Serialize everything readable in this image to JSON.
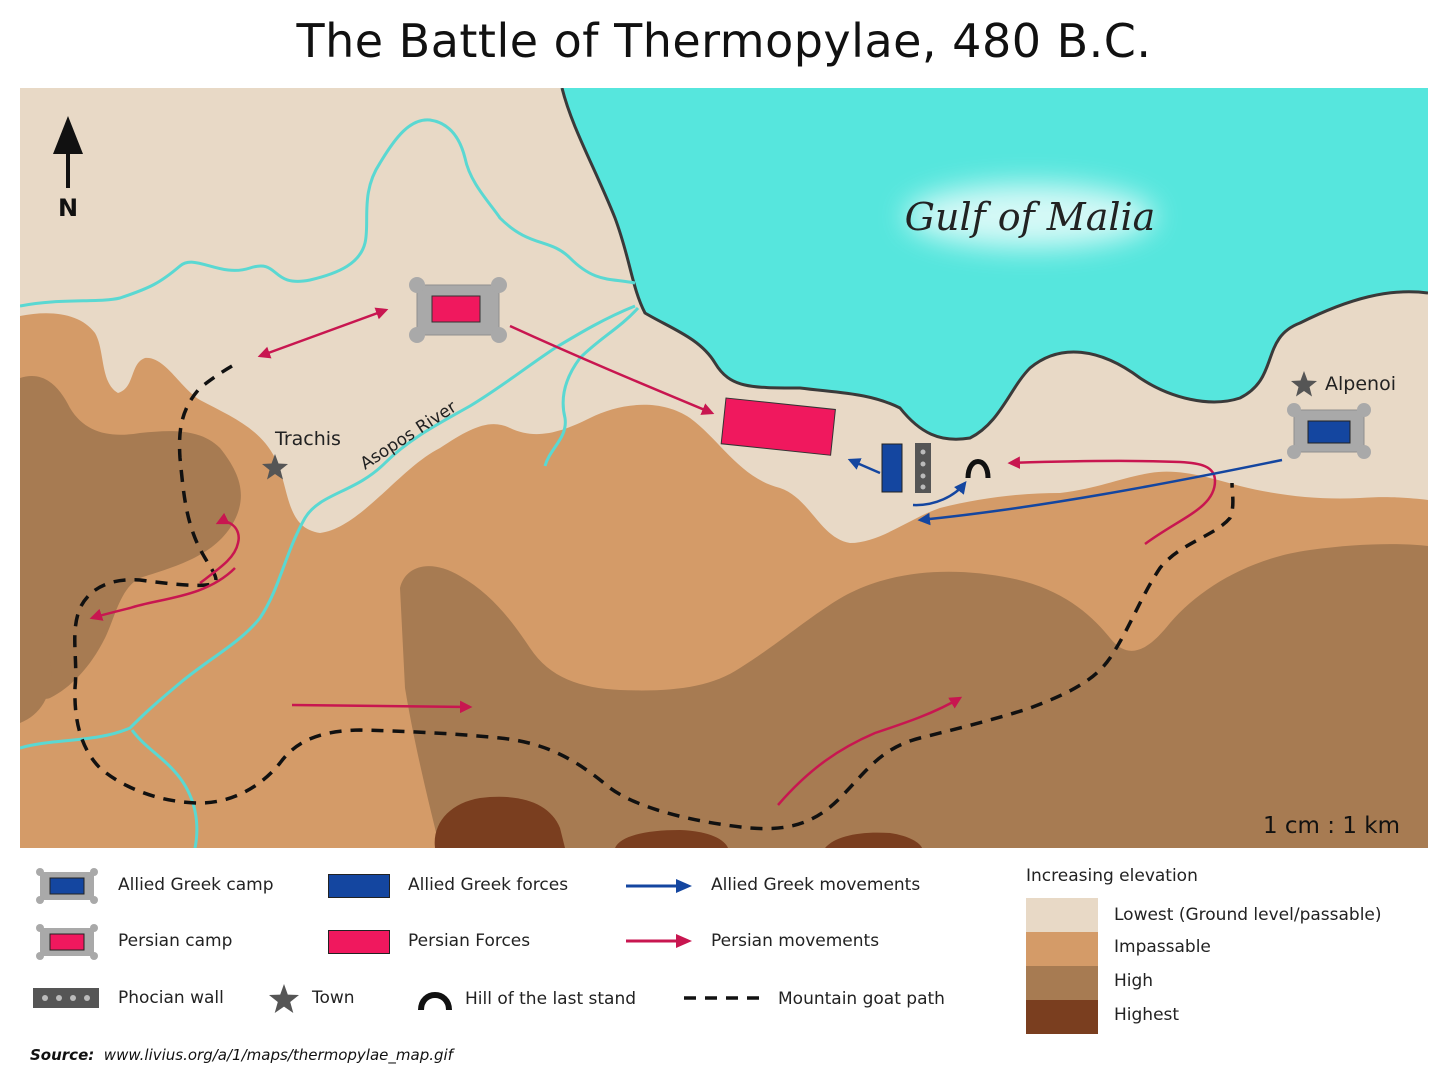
{
  "title": "The Battle of Thermopylae, 480 B.C.",
  "map": {
    "north_label": "N",
    "sea_label": "Gulf of Malia",
    "river_label": "Asopos River",
    "towns": [
      "Trachis",
      "Alpenoi"
    ],
    "scale": "1 cm : 1 km"
  },
  "legend": {
    "allied_camp": "Allied Greek camp",
    "persian_camp": "Persian camp",
    "phocian_wall": "Phocian wall",
    "town": "Town",
    "allied_forces": "Allied Greek forces",
    "persian_forces": "Persian Forces",
    "hill": "Hill of the last stand",
    "allied_movements": "Allied Greek movements",
    "persian_movements": "Persian movements",
    "goat_path": "Mountain goat path"
  },
  "elevation": {
    "title": "Increasing elevation",
    "levels": [
      {
        "label": "Lowest (Ground level/passable)",
        "color": "#e8d9c6"
      },
      {
        "label": "Impassable",
        "color": "#d49b68"
      },
      {
        "label": "High",
        "color": "#a77b52"
      },
      {
        "label": "Highest",
        "color": "#7a3e1f"
      }
    ]
  },
  "colors": {
    "sea": "#56e6dd",
    "river": "#5ad8d2",
    "allied": "#1446a0",
    "persian": "#f0185e",
    "persian_arrow": "#c81650",
    "camp_frame": "#a9a9a9"
  },
  "source": {
    "label": "Source:",
    "url": "www.livius.org/a/1/maps/thermopylae_map.gif"
  }
}
